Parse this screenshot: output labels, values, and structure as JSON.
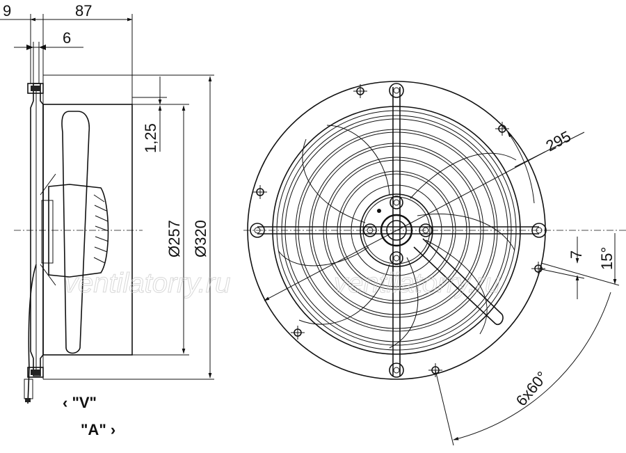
{
  "dimensions": {
    "flange_thickness": "9",
    "overall_depth": "87",
    "offset": "6",
    "wall_thickness": "1,25",
    "inner_diameter": "Ø257",
    "outer_diameter": "Ø320",
    "bolt_circle": "295",
    "hole_size": "7",
    "hole_angle": "15°",
    "hole_pattern": "6x60°"
  },
  "views": {
    "view_v": "\"V\"",
    "view_a": "\"A\""
  },
  "watermark": {
    "text_left": "ventilatorry.ru",
    "text_right": "ventilatorry.ru"
  }
}
